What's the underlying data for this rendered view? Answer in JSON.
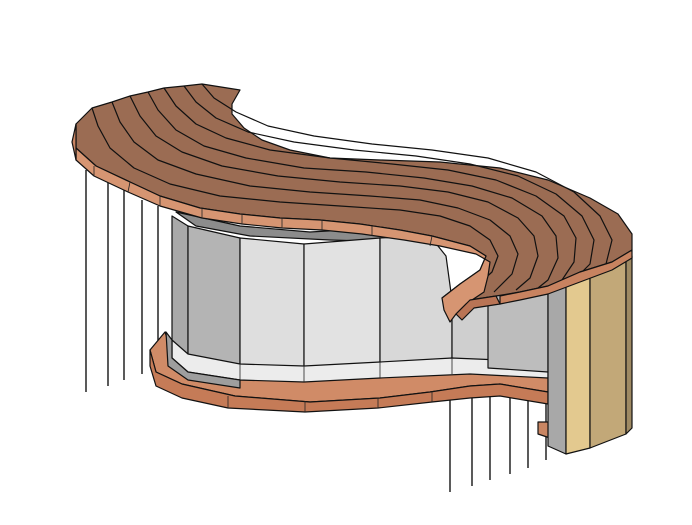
{
  "viewport": {
    "background": "#ffffff"
  },
  "model": {
    "kind": "3d-architectural-model",
    "elements": [
      {
        "name": "layered-canopy-roof",
        "color": "#9a6b52"
      },
      {
        "name": "canopy-edge-faces",
        "color": "#d79673"
      },
      {
        "name": "curved-wall-light-face",
        "color": "#dcdcdc"
      },
      {
        "name": "curved-wall-shadow-face",
        "color": "#a9a9a9"
      },
      {
        "name": "end-wall-panel",
        "color": "#c8ad7d"
      },
      {
        "name": "base-slab",
        "color": "#c98663"
      },
      {
        "name": "support-rods",
        "color": "#111111"
      }
    ]
  }
}
